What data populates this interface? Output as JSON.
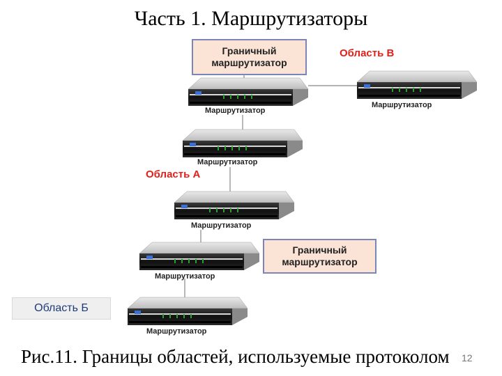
{
  "title": "Часть 1. Маршрутизаторы",
  "caption": "Рис.11. Границы областей, используемые протоколом",
  "page_number": "12",
  "areas": {
    "area_v": "Область В",
    "area_a": "Область А",
    "area_b": "Область Б"
  },
  "border_router_boxes": [
    {
      "line1": "Граничный",
      "line2": "маршрутизатор"
    },
    {
      "line1": "Граничный",
      "line2": "маршрутизатор"
    }
  ],
  "routers": [
    {
      "label": "Маршрутизатор"
    },
    {
      "label": "Маршрутизатор"
    },
    {
      "label": "Маршрутизатор"
    },
    {
      "label": "Маршрутизатор"
    },
    {
      "label": "Маршрутизатор"
    },
    {
      "label": "Маршрутизатор"
    }
  ],
  "colors": {
    "area_label": "#e2201a",
    "box_fill": "#fbe3d5",
    "box_border": "#7a86b8",
    "router_led": "#2ca02c"
  }
}
